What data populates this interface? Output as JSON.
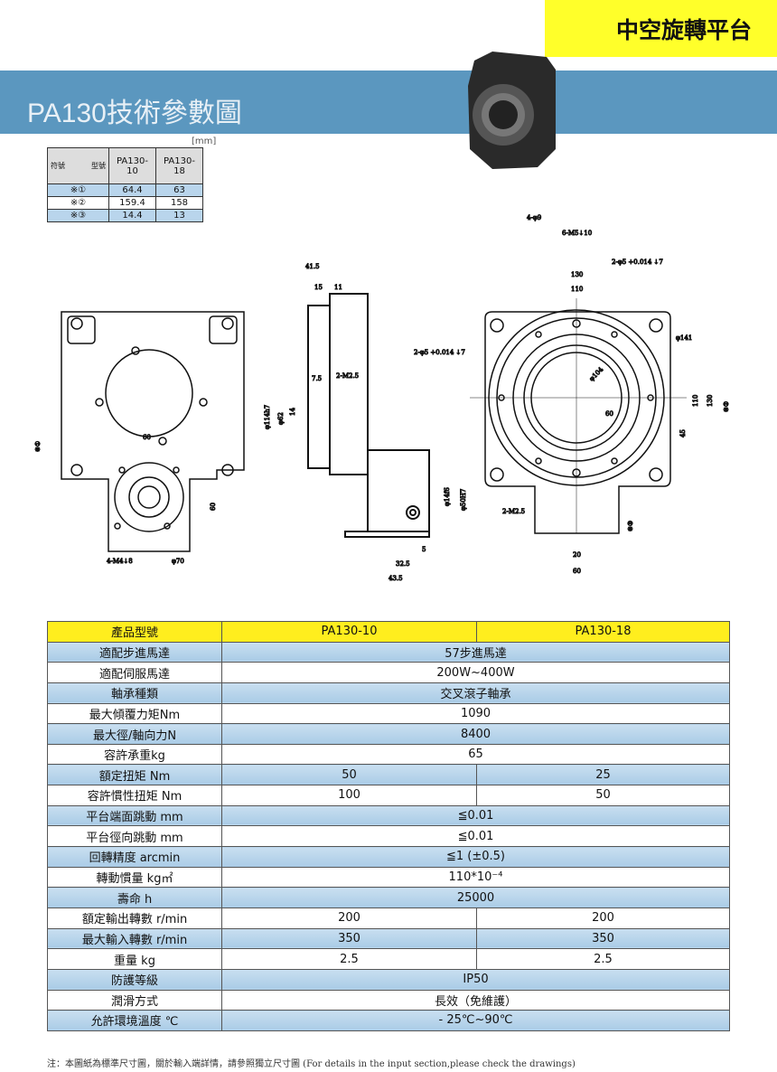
{
  "header": {
    "category": "中空旋轉平台",
    "title": "PA130技術參數圖"
  },
  "dim_table": {
    "unit": "[mm]",
    "corner_left": "符號",
    "corner_right": "型號",
    "columns": [
      "PA130-10",
      "PA130-18"
    ],
    "rows": [
      {
        "sym": "※①",
        "v": [
          "64.4",
          "63"
        ]
      },
      {
        "sym": "※②",
        "v": [
          "159.4",
          "158"
        ]
      },
      {
        "sym": "※③",
        "v": [
          "14.4",
          "13"
        ]
      }
    ]
  },
  "drawing_labels": {
    "front": {
      "w60": "60",
      "h1": "※①",
      "h60": "60",
      "m4": "4-M4↓8",
      "d70": "φ70"
    },
    "side": {
      "d415": "41.5",
      "d15": "15",
      "d11": "11",
      "m25": "2-M2.5",
      "d75": "7.5",
      "d14": "14",
      "d62": "φ62",
      "d114": "φ114h7",
      "d14h6": "φ14f6",
      "d50": "φ50H7",
      "d5": "5",
      "d325": "32.5",
      "d435": "43.5",
      "pin": "2-φ5 +0.014 ↓7"
    },
    "top": {
      "h9": "4-φ9",
      "m5": "6-M5↓10",
      "pin": "2-φ5 +0.014 ↓7",
      "w130": "130",
      "w110": "110",
      "d141": "φ141",
      "d104": "φ104",
      "r60": "60",
      "h110": "110",
      "h130": "130",
      "h2": "※②",
      "h45": "45",
      "m25": "2-M2.5",
      "w20": "20",
      "w60": "60",
      "h3": "※③"
    }
  },
  "spec": {
    "header": [
      "產品型號",
      "PA130-10",
      "PA130-18"
    ],
    "rows": [
      {
        "label": "適配步進馬達",
        "value": "57步進馬達"
      },
      {
        "label": "適配伺服馬達",
        "value": "200W~400W"
      },
      {
        "label": "軸承種類",
        "value": "交叉滾子軸承"
      },
      {
        "label": "最大傾覆力矩Nm",
        "value": "1090"
      },
      {
        "label": "最大徑/軸向力N",
        "value": "8400"
      },
      {
        "label": "容許承重kg",
        "value": "65"
      },
      {
        "label": "額定扭矩 Nm",
        "values": [
          "50",
          "25"
        ]
      },
      {
        "label": "容許慣性扭矩 Nm",
        "values": [
          "100",
          "50"
        ]
      },
      {
        "label": "平台端面跳動 mm",
        "value": "≦0.01"
      },
      {
        "label": "平台徑向跳動 mm",
        "value": "≦0.01"
      },
      {
        "label": "回轉精度 arcmin",
        "value": "≦1 (±0.5)"
      },
      {
        "label": "轉動慣量 kg㎡",
        "value": "110*10⁻⁴"
      },
      {
        "label": "壽命 h",
        "value": "25000"
      },
      {
        "label": "額定輸出轉數 r/min",
        "values": [
          "200",
          "200"
        ]
      },
      {
        "label": "最大輸入轉數 r/min",
        "values": [
          "350",
          "350"
        ]
      },
      {
        "label": "重量 kg",
        "values": [
          "2.5",
          "2.5"
        ]
      },
      {
        "label": "防護等級",
        "value": "IP50"
      },
      {
        "label": "潤滑方式",
        "value": "長效（免維護）"
      },
      {
        "label": "允許環境溫度 ℃",
        "value": "- 25℃~90℃"
      }
    ]
  },
  "note": "注：本圖紙為標準尺寸圖，關於輸入端詳情，請參照獨立尺寸圖 (For details in the input section,please check the drawings)"
}
